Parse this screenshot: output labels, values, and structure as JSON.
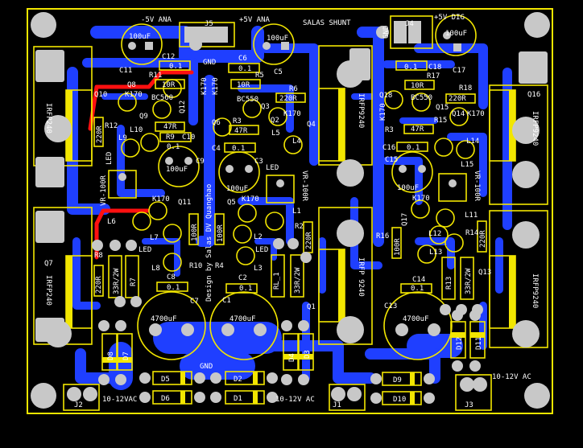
{
  "board": {
    "colors": {
      "background": "#000000",
      "silkscreen": "#f2e600",
      "top_copper": "#1f3fff",
      "bottom_copper": "#ff1010",
      "pad": "#c8c8c8",
      "text": "#ffffff"
    },
    "titles": {
      "neg5v_ana": "-5V ANA",
      "pos5v_ana": "+5V ANA",
      "salas_shunt": "SALAS SHUNT",
      "pos5v_dig": "+5V DIG",
      "design_credit": "Design by Salas DV Quanghao"
    },
    "connectors": {
      "j5": "J5",
      "j4": "J4",
      "j2": "J2",
      "j1": "J1",
      "j3": "J3",
      "gnd_top": "GND",
      "gnd_j4": "GND",
      "gnd_bottom": "GND",
      "ac_j2": "10-12VAC",
      "ac_j1": "10-12V AC",
      "ac_j3": "10-12V AC"
    },
    "left_block": {
      "c11": "C11",
      "c11_val": "100uF",
      "c12": "C12",
      "c12_val": "0.1",
      "r11": "R11",
      "q8": "Q8",
      "r11_val": "10R",
      "q10": "Q10",
      "q10_type": "K170",
      "q9": "Q9",
      "q9_type": "BC560",
      "q12": "Q12",
      "q12_type": "K170",
      "r12": "R12",
      "r12_val": "220R",
      "l10": "L10",
      "r9_val": "47R",
      "r9": "R9",
      "l9": "L9",
      "c10_val": "0.1",
      "c10": "C10",
      "c9": "C9",
      "c9_val": "100uF",
      "led_l": "LED",
      "vr_l": "VR-100R",
      "q11": "Q11",
      "q11_type": "K170",
      "l6": "L6",
      "l7": "L7",
      "led_l2": "LED",
      "l8": "L8",
      "r10": "R10",
      "r10_val": "100R",
      "c8": "C8",
      "c8_val": "0.1",
      "c7": "C7",
      "c7_val": "4700uF",
      "r8": "R8",
      "r8_val": "220R",
      "r33_l": "33R/2W",
      "r7": "R7",
      "q7": "Q7",
      "q7_type": "IRFP240",
      "q7_top_type": "IRFP240",
      "d8": "D8",
      "d7": "D7"
    },
    "center_block": {
      "c6": "C6",
      "c6_val": "0.1",
      "c5": "C5",
      "c5_val": "100uF",
      "r5": "R5",
      "r5_val": "10R",
      "q6": "Q6",
      "q6_type": "K170",
      "q3": "Q3",
      "q3_type": "BC550",
      "r6": "R6",
      "r6_val": "220R",
      "r3": "R3",
      "r3_val": "47R",
      "q2": "Q2",
      "q2_type": "K170",
      "q4": "Q4",
      "l5": "L5",
      "c4": "C4",
      "c4_val": "0.1",
      "l4": "L4",
      "led_c": "LED",
      "c3": "C3",
      "c3_val": "100uF",
      "vr_c": "VR-100R",
      "q5": "Q5",
      "q5_type": "K170",
      "l1": "L1",
      "r2": "R2",
      "r2_val": "220R",
      "r4": "R4",
      "r4_val": "100R",
      "l2": "L2",
      "l3": "L3",
      "led_c2": "LED",
      "c2": "C2",
      "c2_val": "0.1",
      "c1": "C1",
      "c1_val": "4700uF",
      "rl1": "RL_1",
      "r33_c": "33R/2W",
      "q1": "Q1",
      "q1_type": "IRFP 9240",
      "q_mid_type": "IRFP9240",
      "d4": "D4",
      "d3": "D3",
      "d5": "D5",
      "d6": "D6",
      "d2": "D2",
      "d1": "D1"
    },
    "right_block": {
      "c18": "C18",
      "c18_val": "0.1",
      "c17": "C17",
      "c17_val": "100uF",
      "r17": "R17",
      "r17_val": "10R",
      "r18": "R18",
      "r18_val": "220R",
      "q18": "Q18",
      "q18_type": "K170",
      "q15": "Q15",
      "q15_type": "BC550",
      "q14": "Q14",
      "q14_type": "K170",
      "q16": "Q16",
      "q16_type": "IRFP9240",
      "r3r": "R3",
      "r15_val": "47R",
      "r15": "R15",
      "c16": "C16",
      "c16_val": "0.1",
      "l14": "L14",
      "l15": "L15",
      "c15": "C15",
      "c15_val": "100uF",
      "vr_r": "VR-100R",
      "q17": "Q17",
      "q17_type": "K170",
      "l11": "L11",
      "r16": "R16",
      "r16_val": "100R",
      "r14": "R14",
      "r14_val": "220R",
      "l12": "L12",
      "l13": "L13",
      "c14": "C14",
      "c14_val": "0.1",
      "c13": "C13",
      "c13_val": "4700uF",
      "r13": "R13",
      "r33_r": "33R/2W",
      "q13": "Q13",
      "q13_type": "IRFP9240",
      "q_rmid_type": "IRFP 9240",
      "d12": "D12",
      "d11": "D11",
      "d9": "D9",
      "d10": "D10"
    }
  }
}
